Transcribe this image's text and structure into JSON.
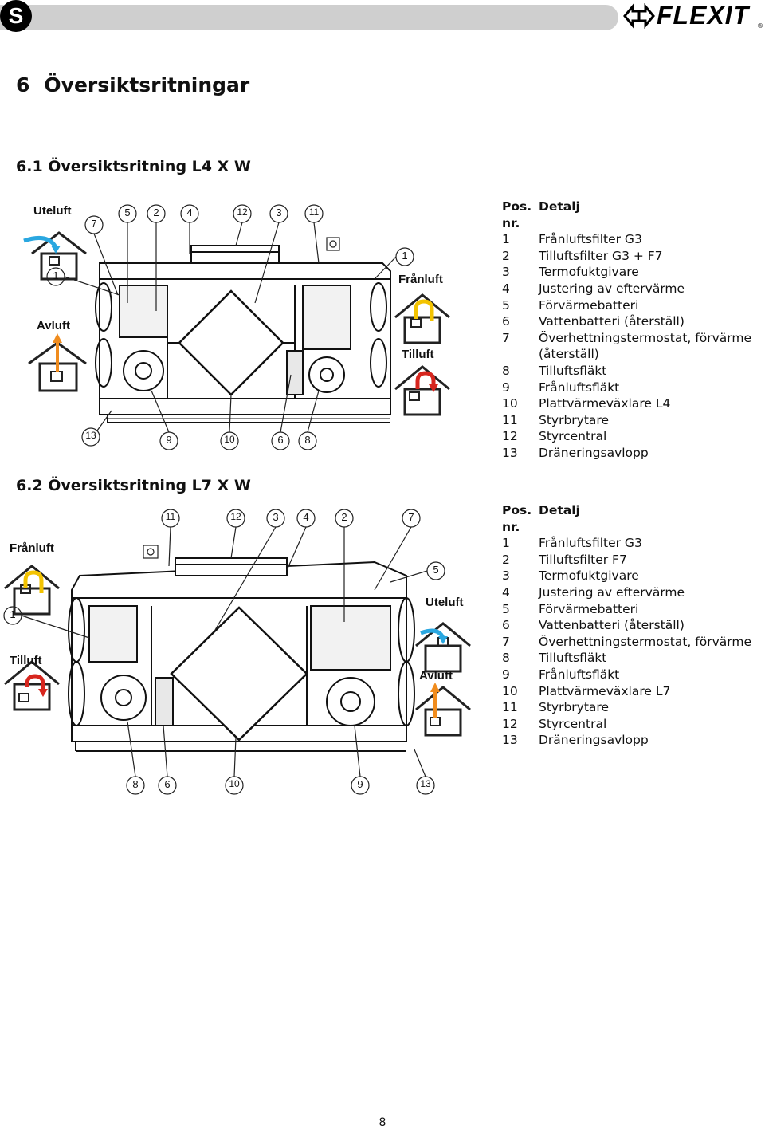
{
  "header": {
    "lang_badge": "S",
    "brand": "FLEXIT",
    "brand_reg": "®"
  },
  "section": {
    "number": "6",
    "title": "Översiktsritningar"
  },
  "sub1": {
    "title": "6.1 Översiktsritning L4 X W",
    "labels": {
      "uteluft": "Uteluft",
      "avluft": "Avluft",
      "franluft": "Frånluft",
      "tilluft": "Tilluft"
    },
    "callouts_top": [
      "7",
      "5",
      "2",
      "4",
      "12",
      "3",
      "11",
      "1"
    ],
    "callouts_left": [
      "1"
    ],
    "callouts_bottom": [
      "13",
      "9",
      "10",
      "6",
      "8"
    ],
    "table": {
      "col1": "Pos.",
      "col1b": "nr.",
      "col2": "Detalj",
      "rows": [
        {
          "n": "1",
          "t": "Frånluftsfilter G3"
        },
        {
          "n": "2",
          "t": "Tilluftsfilter G3 + F7"
        },
        {
          "n": "3",
          "t": "Termofuktgivare"
        },
        {
          "n": "4",
          "t": "Justering av eftervärme"
        },
        {
          "n": "5",
          "t": "Förvärmebatteri"
        },
        {
          "n": "6",
          "t": "Vattenbatteri (återställ)"
        },
        {
          "n": "7",
          "t": "Överhettningstermostat, förvärme"
        },
        {
          "n": "",
          "t": "(återställ)"
        },
        {
          "n": "8",
          "t": "Tilluftsfläkt"
        },
        {
          "n": "9",
          "t": "Frånluftsfläkt"
        },
        {
          "n": "10",
          "t": "Plattvärmeväxlare L4"
        },
        {
          "n": "11",
          "t": "Styrbrytare"
        },
        {
          "n": "12",
          "t": "Styrcentral"
        },
        {
          "n": "13",
          "t": "Dräneringsavlopp"
        }
      ]
    }
  },
  "sub2": {
    "title": "6.2 Översiktsritning L7 X W",
    "labels": {
      "franluft": "Frånluft",
      "tilluft": "Tilluft",
      "uteluft": "Uteluft",
      "avluft": "Avluft"
    },
    "callouts_top": [
      "11",
      "12",
      "3",
      "4",
      "2",
      "7"
    ],
    "callouts_side": [
      "1",
      "5"
    ],
    "callouts_bottom": [
      "8",
      "6",
      "10",
      "9",
      "13"
    ],
    "table": {
      "col1": "Pos.",
      "col1b": "nr.",
      "col2": "Detalj",
      "rows": [
        {
          "n": "1",
          "t": "Frånluftsfilter G3"
        },
        {
          "n": "2",
          "t": "Tilluftsfilter F7"
        },
        {
          "n": "3",
          "t": "Termofuktgivare"
        },
        {
          "n": "4",
          "t": "Justering av eftervärme"
        },
        {
          "n": "5",
          "t": "Förvärmebatteri"
        },
        {
          "n": "6",
          "t": "Vattenbatteri (återställ)"
        },
        {
          "n": "7",
          "t": "Överhettningstermostat, förvärme"
        },
        {
          "n": "8",
          "t": "Tilluftsfläkt"
        },
        {
          "n": "9",
          "t": "Frånluftsfläkt"
        },
        {
          "n": "10",
          "t": "Plattvärmeväxlare L7"
        },
        {
          "n": "11",
          "t": "Styrbrytare"
        },
        {
          "n": "12",
          "t": "Styrcentral"
        },
        {
          "n": "13",
          "t": "Dräneringsavlopp"
        }
      ]
    }
  },
  "page_number": "8",
  "colors": {
    "bar": "#cfcfcf",
    "blue_arrow": "#2aa7e0",
    "yellow_arrow": "#f3c300",
    "red_arrow": "#d7261e",
    "orange_arrow": "#f08c1e"
  }
}
